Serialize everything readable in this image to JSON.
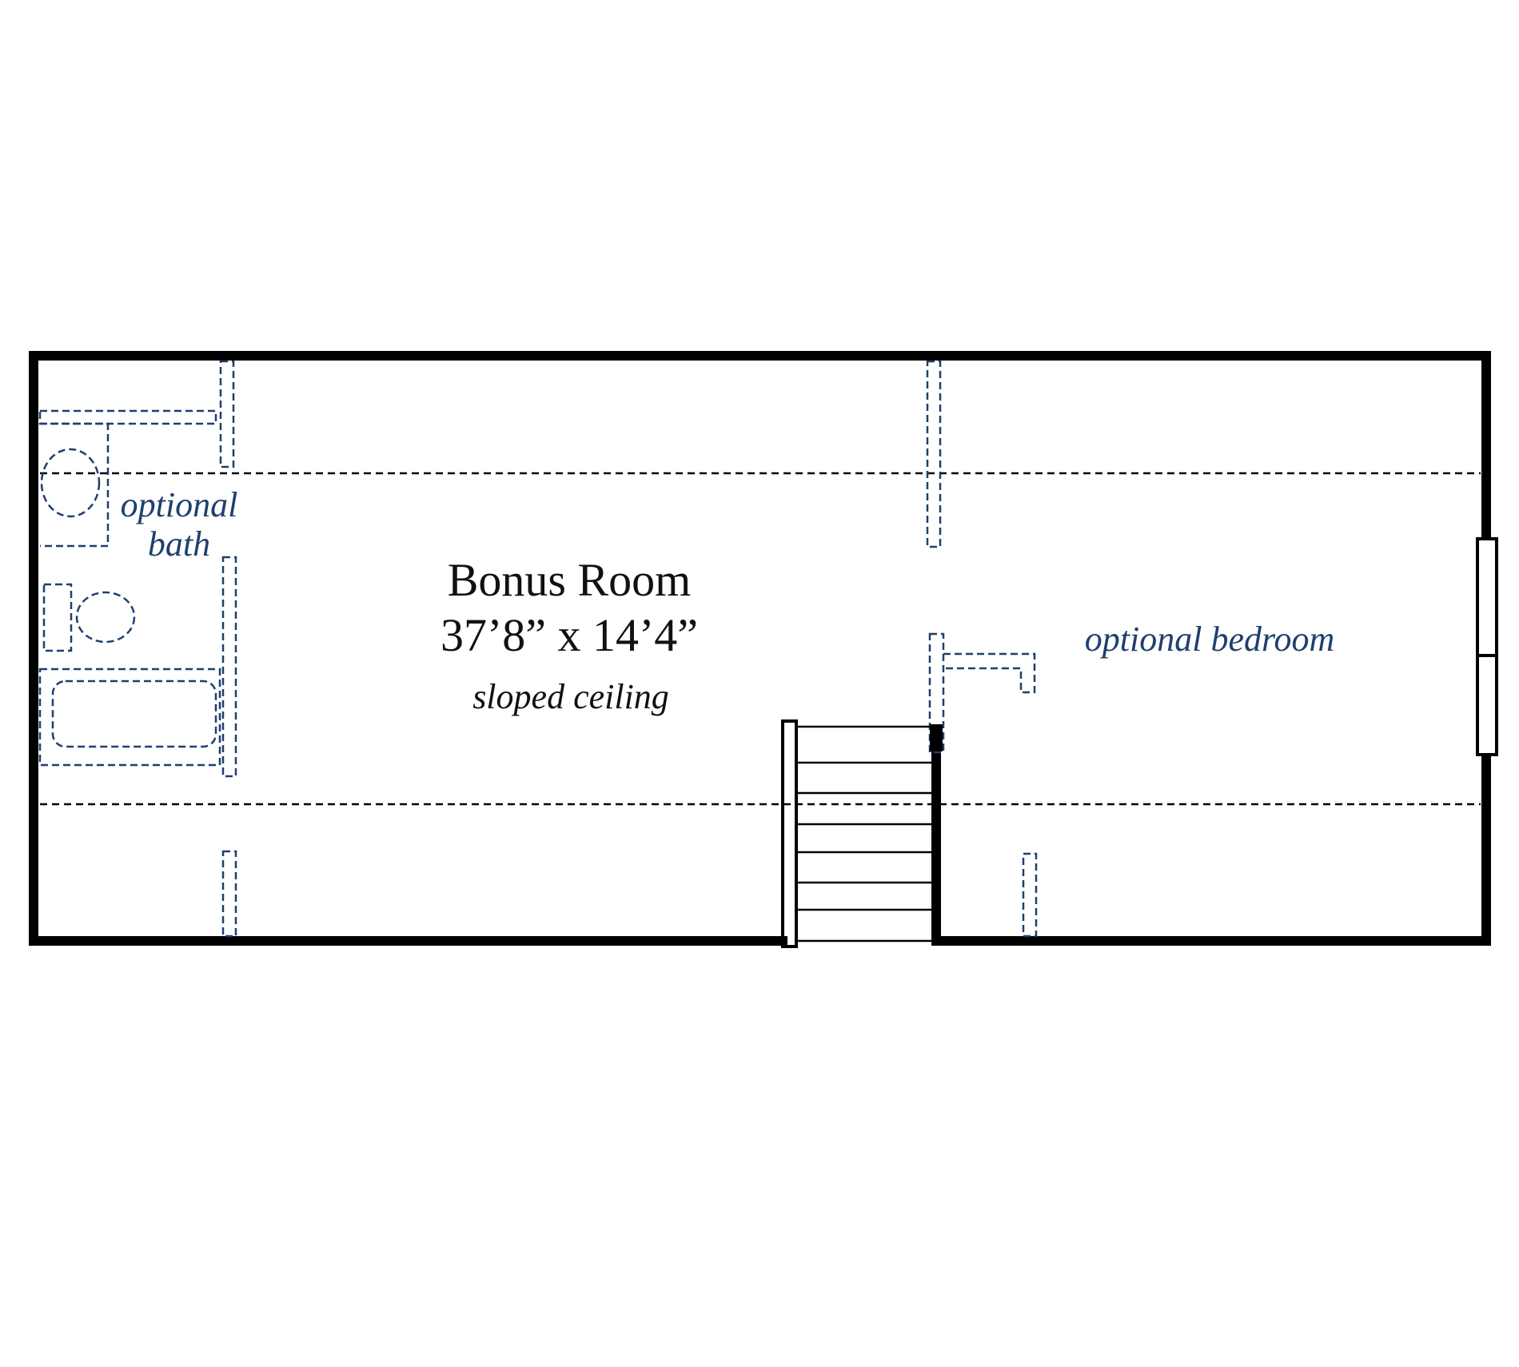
{
  "colors": {
    "wall": "#000000",
    "optional": "#1f3f6e",
    "background": "#ffffff"
  },
  "plan": {
    "room_name": "Bonus Room",
    "room_dimensions": "37’8” x 14’4”",
    "ceiling_note": "sloped ceiling",
    "bath_label_line1": "optional",
    "bath_label_line2": "bath",
    "bedroom_label": "optional bedroom"
  }
}
